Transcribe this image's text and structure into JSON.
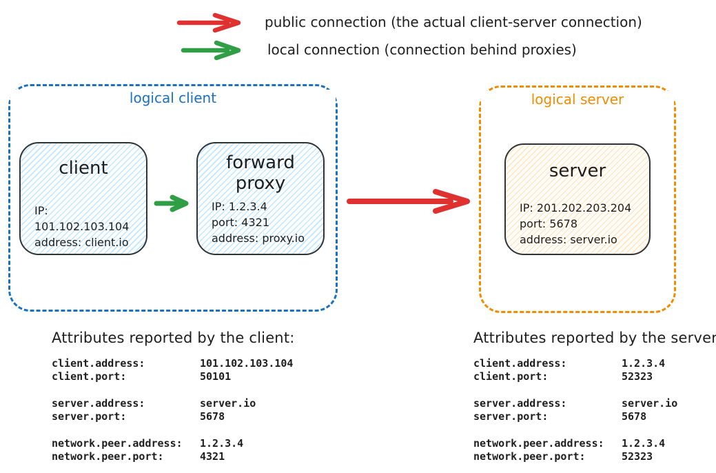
{
  "legend": {
    "public": {
      "label": "public connection (the actual client-server connection)",
      "color": "#e03131"
    },
    "local": {
      "label": "local connection (connection behind proxies)",
      "color": "#2f9e44"
    }
  },
  "colors": {
    "public_connection": "#e03131",
    "local_connection": "#2f9e44",
    "logical_client_border": "#1971c2",
    "logical_server_border": "#f08c00",
    "node_border": "#2f3337",
    "client_fill_hatch": "#a5d8ff",
    "server_fill_hatch": "#ffd8a8"
  },
  "groups": {
    "logical_client": {
      "label": "logical client"
    },
    "logical_server": {
      "label": "logical server"
    }
  },
  "nodes": {
    "client": {
      "title": "client",
      "lines": {
        "0": "IP: 101.102.103.104",
        "1": "address: client.io"
      }
    },
    "forward_proxy": {
      "title": "forward proxy",
      "lines": {
        "0": "IP: 1.2.3.4",
        "1": "port: 4321",
        "2": "address: proxy.io"
      }
    },
    "server": {
      "title": "server",
      "lines": {
        "0": "IP: 201.202.203.204",
        "1": "port: 5678",
        "2": "address: server.io"
      }
    }
  },
  "attributes_client": {
    "heading": "Attributes reported by the client:",
    "groups": [
      {
        "rows": [
          {
            "label": "client.address:",
            "value": "101.102.103.104"
          },
          {
            "label": "client.port:",
            "value": "50101"
          }
        ]
      },
      {
        "rows": [
          {
            "label": "server.address:",
            "value": "server.io"
          },
          {
            "label": "server.port:",
            "value": "5678"
          }
        ]
      },
      {
        "rows": [
          {
            "label": "network.peer.address:",
            "value": "1.2.3.4"
          },
          {
            "label": "network.peer.port:",
            "value": "4321"
          }
        ]
      }
    ]
  },
  "attributes_server": {
    "heading": "Attributes reported by the server:",
    "groups": [
      {
        "rows": [
          {
            "label": "client.address:",
            "value": "1.2.3.4"
          },
          {
            "label": "client.port:",
            "value": "52323"
          }
        ]
      },
      {
        "rows": [
          {
            "label": "server.address:",
            "value": "server.io"
          },
          {
            "label": "server.port:",
            "value": "5678"
          }
        ]
      },
      {
        "rows": [
          {
            "label": "network.peer.address:",
            "value": "1.2.3.4"
          },
          {
            "label": "network.peer.port:",
            "value": "52323"
          }
        ]
      }
    ]
  }
}
